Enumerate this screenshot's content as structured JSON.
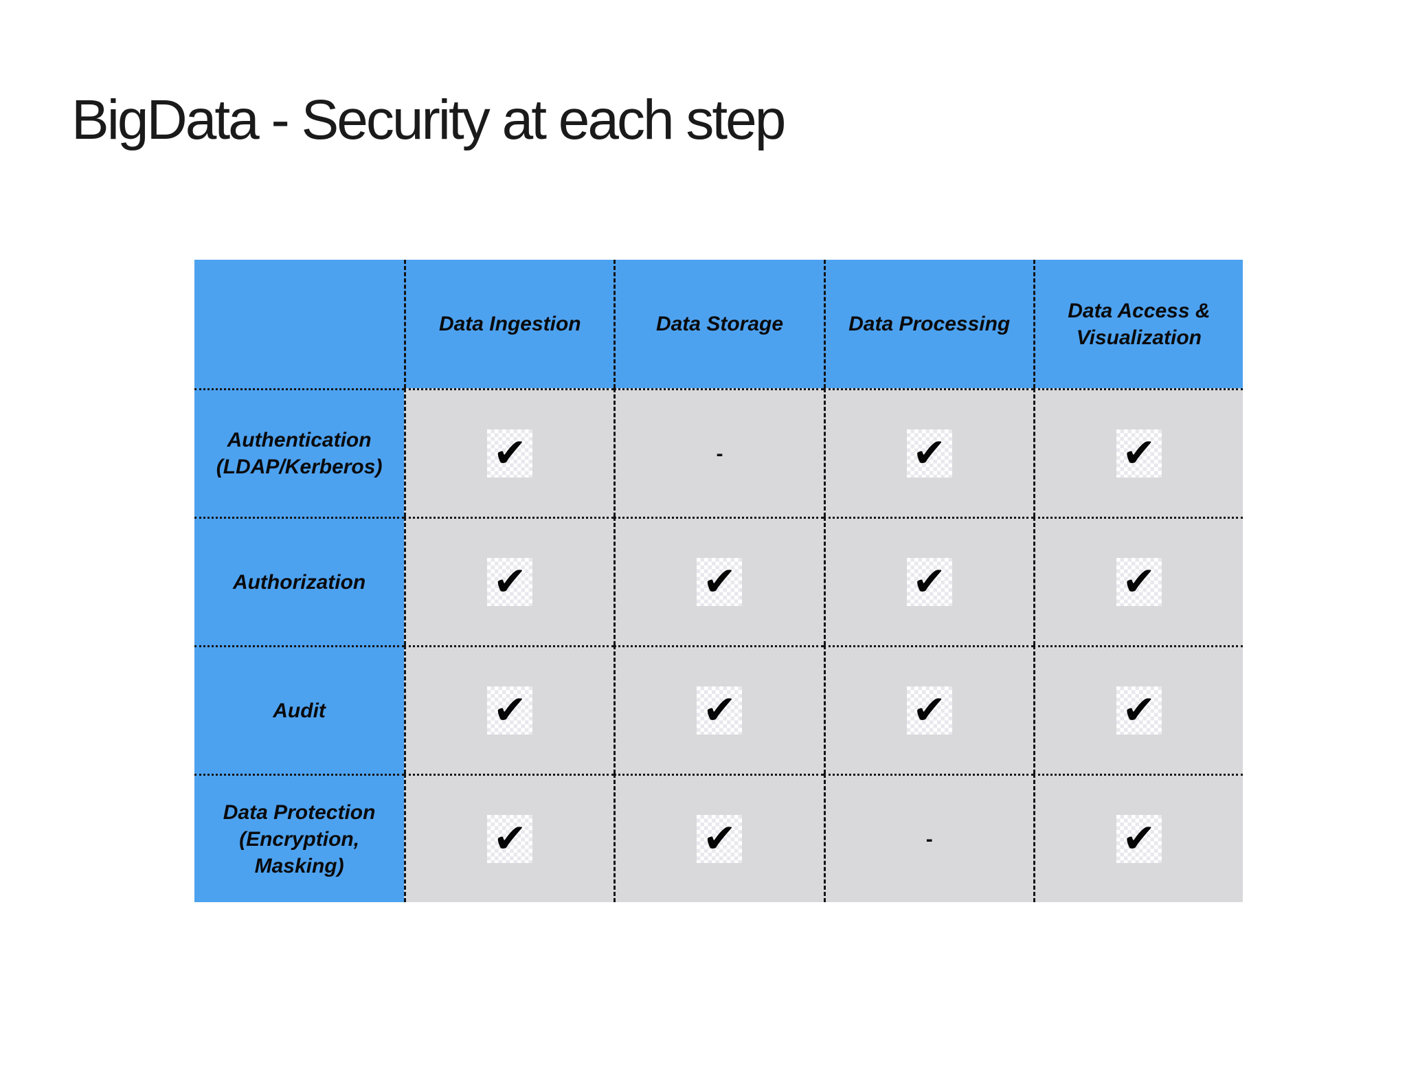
{
  "title": "BigData - Security at each step",
  "colors": {
    "header_blue": "#4DA2F0",
    "cell_gray": "#D9D9DB",
    "grid_line": "#131313",
    "check_black": "#060606"
  },
  "table": {
    "column_headers": [
      "",
      "Data Ingestion",
      "Data Storage",
      "Data Processing",
      "Data Access &\nVisualization"
    ],
    "rows": [
      {
        "label": "Authentication\n(LDAP/Kerberos)",
        "cells": [
          "check",
          "dash",
          "check",
          "check"
        ]
      },
      {
        "label": "Authorization",
        "cells": [
          "check",
          "check",
          "check",
          "check"
        ]
      },
      {
        "label": "Audit",
        "cells": [
          "check",
          "check",
          "check",
          "check"
        ]
      },
      {
        "label": "Data Protection\n(Encryption,\nMasking)",
        "cells": [
          "check",
          "check",
          "dash",
          "check"
        ]
      }
    ],
    "glyphs": {
      "check": "✔",
      "dash": "-"
    }
  }
}
